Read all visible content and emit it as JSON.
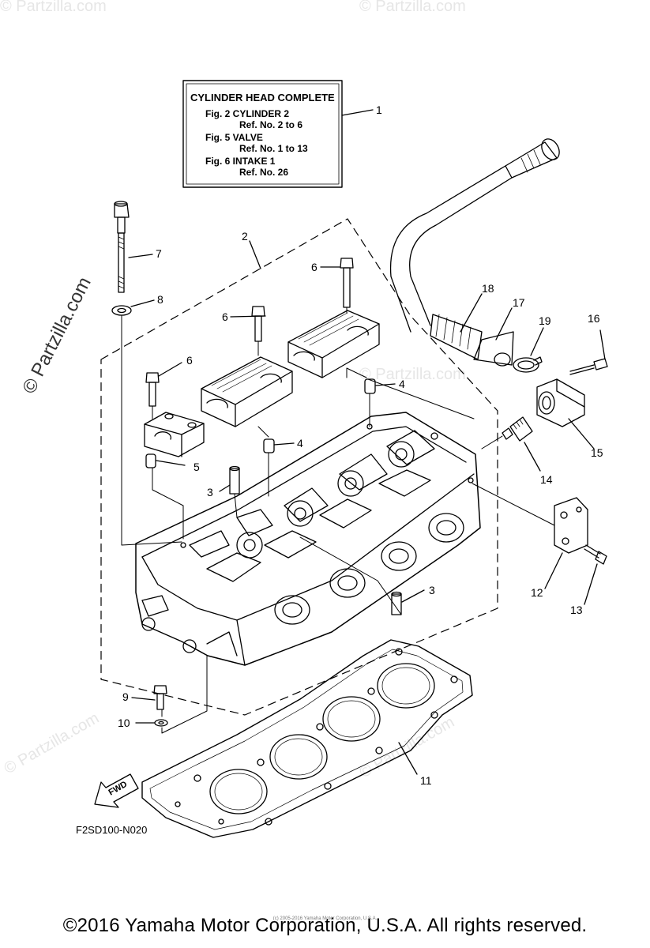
{
  "legend": {
    "title": "CYLINDER HEAD COMPLETE",
    "lines": [
      "Fig. 2 CYLINDER 2",
      "Ref. No. 2 to 6",
      "Fig. 5 VALVE",
      "Ref. No. 1 to 13",
      "Fig. 6 INTAKE 1",
      "Ref. No. 26"
    ]
  },
  "callouts": [
    "1",
    "2",
    "3",
    "3",
    "4",
    "4",
    "5",
    "6",
    "6",
    "6",
    "7",
    "8",
    "9",
    "10",
    "11",
    "12",
    "13",
    "14",
    "15",
    "16",
    "17",
    "18",
    "19"
  ],
  "fwd_label": "FWD",
  "diagram_code": "F2SD100-N020",
  "watermark": "© Partzilla.com",
  "fine_print": "(c) 2005-2016 Yamaha Motor Corporation, U.S.A.",
  "copyright": "©2016 Yamaha Motor Corporation, U.S.A. All rights reserved."
}
